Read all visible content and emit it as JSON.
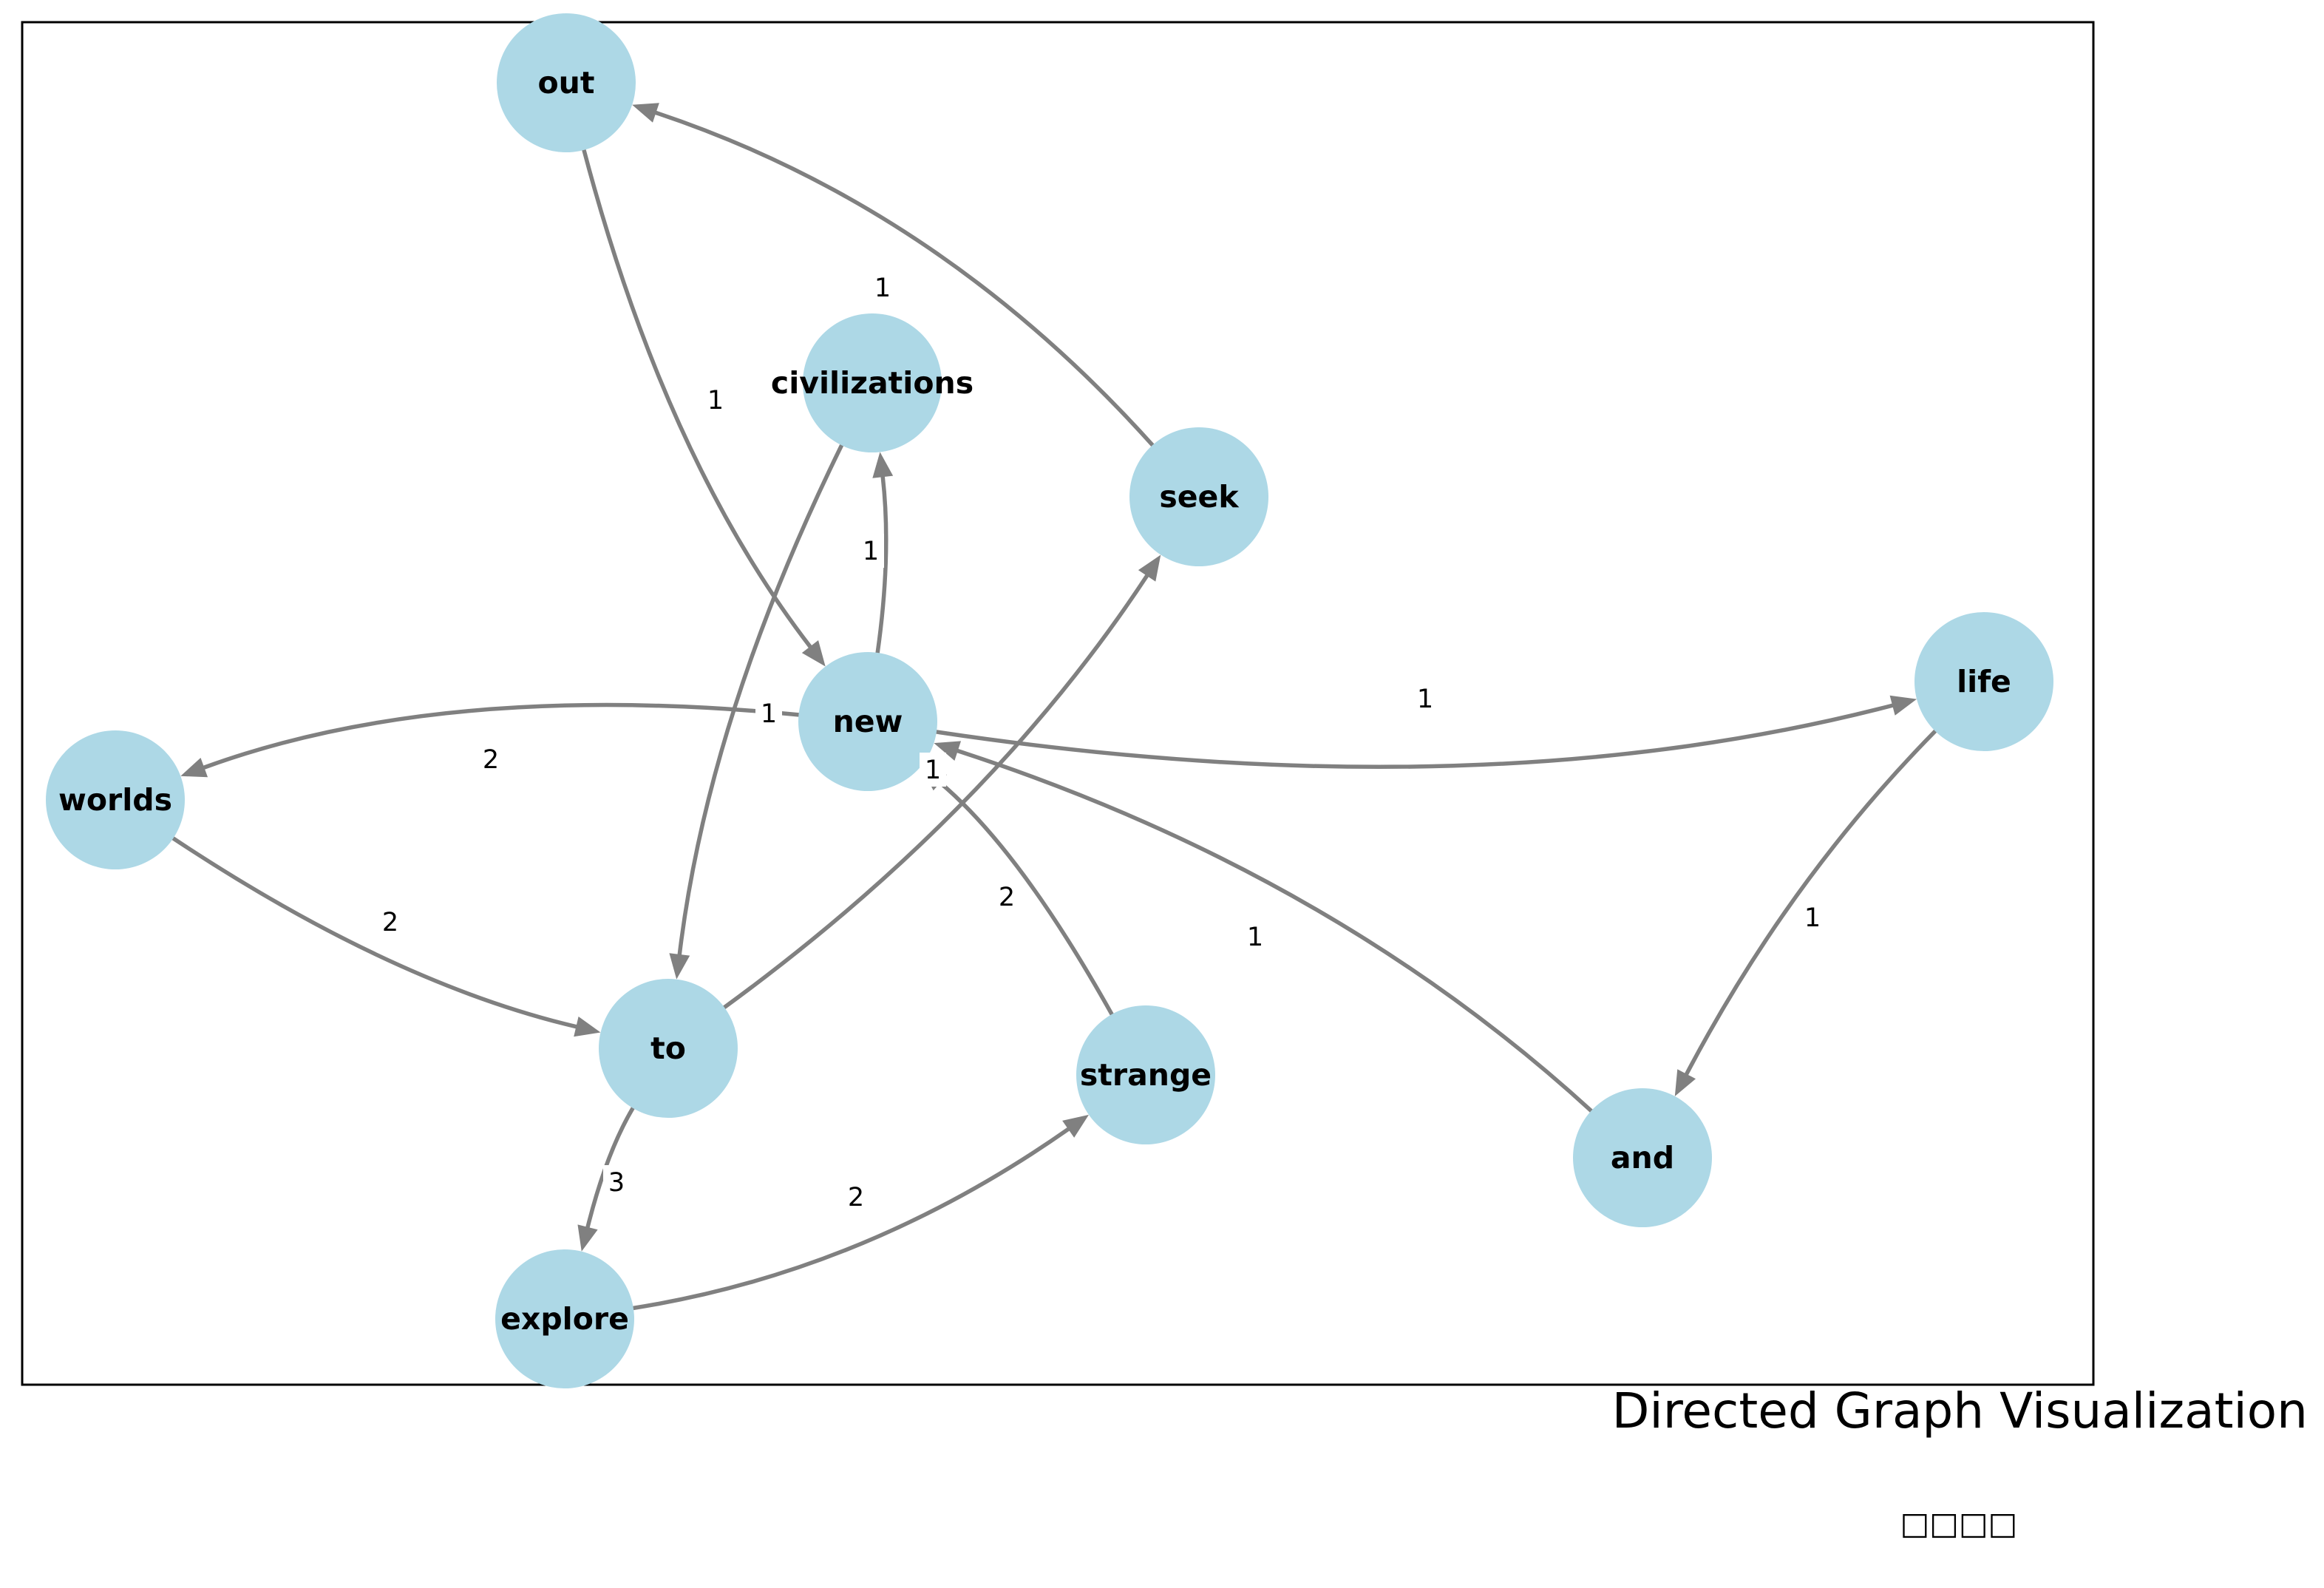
{
  "title": "Directed Graph Visualization",
  "subtitle": "□□□□",
  "colors": {
    "node_fill": "#add8e6",
    "edge": "#808080",
    "frame": "#000000",
    "label_text": "#000000"
  },
  "nodes": [
    {
      "id": "out",
      "label": "out"
    },
    {
      "id": "civilizations",
      "label": "civilizations"
    },
    {
      "id": "seek",
      "label": "seek"
    },
    {
      "id": "new",
      "label": "new"
    },
    {
      "id": "life",
      "label": "life"
    },
    {
      "id": "worlds",
      "label": "worlds"
    },
    {
      "id": "to",
      "label": "to"
    },
    {
      "id": "strange",
      "label": "strange"
    },
    {
      "id": "and",
      "label": "and"
    },
    {
      "id": "explore",
      "label": "explore"
    }
  ],
  "edges": [
    {
      "source": "out",
      "target": "new",
      "weight": "1"
    },
    {
      "source": "seek",
      "target": "out",
      "weight": "1"
    },
    {
      "source": "new",
      "target": "civilizations",
      "weight": "1"
    },
    {
      "source": "civilizations",
      "target": "to",
      "weight": "1"
    },
    {
      "source": "to",
      "target": "seek",
      "weight": "1"
    },
    {
      "source": "new",
      "target": "life",
      "weight": "1"
    },
    {
      "source": "new",
      "target": "worlds",
      "weight": "2"
    },
    {
      "source": "worlds",
      "target": "to",
      "weight": "2"
    },
    {
      "source": "to",
      "target": "explore",
      "weight": "3"
    },
    {
      "source": "explore",
      "target": "strange",
      "weight": "2"
    },
    {
      "source": "strange",
      "target": "new",
      "weight": "2"
    },
    {
      "source": "and",
      "target": "new",
      "weight": "1"
    },
    {
      "source": "life",
      "target": "and",
      "weight": "1"
    }
  ]
}
